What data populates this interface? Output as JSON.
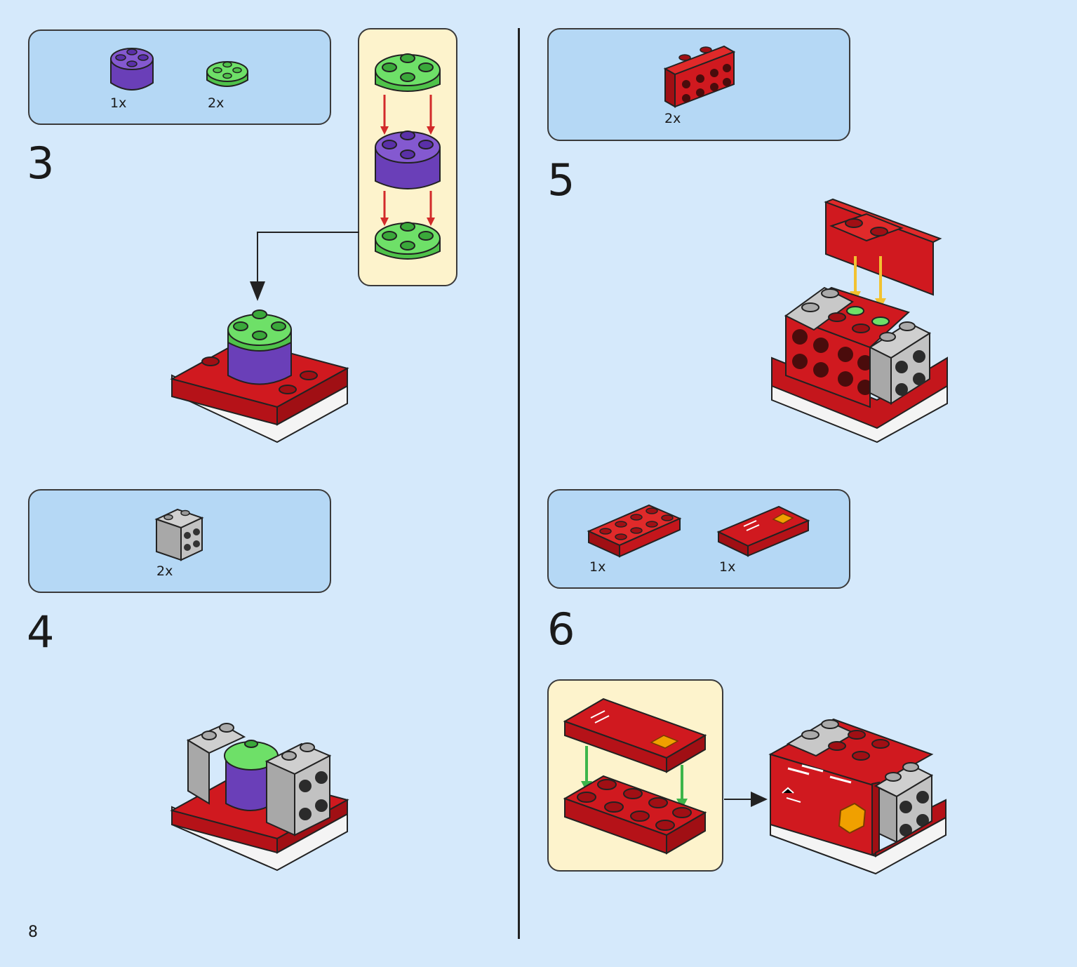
{
  "page": {
    "number": "8"
  },
  "steps": [
    {
      "number": "3",
      "parts": [
        {
          "qty": "1x",
          "icon": "purple-round-brick-icon"
        },
        {
          "qty": "2x",
          "icon": "green-round-plate-icon"
        }
      ]
    },
    {
      "number": "4",
      "parts": [
        {
          "qty": "2x",
          "icon": "grey-studded-brick-icon"
        }
      ]
    },
    {
      "number": "5",
      "parts": [
        {
          "qty": "2x",
          "icon": "red-bracket-plate-icon"
        }
      ]
    },
    {
      "number": "6",
      "parts": [
        {
          "qty": "1x",
          "icon": "red-plate-2x4-icon"
        },
        {
          "qty": "1x",
          "icon": "printed-tile-icon"
        }
      ]
    }
  ],
  "colors": {
    "background": "#d5e9fb",
    "parts_box": "#b5d8f5",
    "subassembly_box": "#fdf3cc",
    "brick_red": "#d0191f",
    "brick_green": "#5fd65a",
    "brick_purple": "#6a3fb8",
    "brick_grey": "#b6b6b6",
    "arrow_red": "#d22a2a",
    "arrow_yellow": "#f2c230",
    "arrow_green": "#3cb54a"
  }
}
